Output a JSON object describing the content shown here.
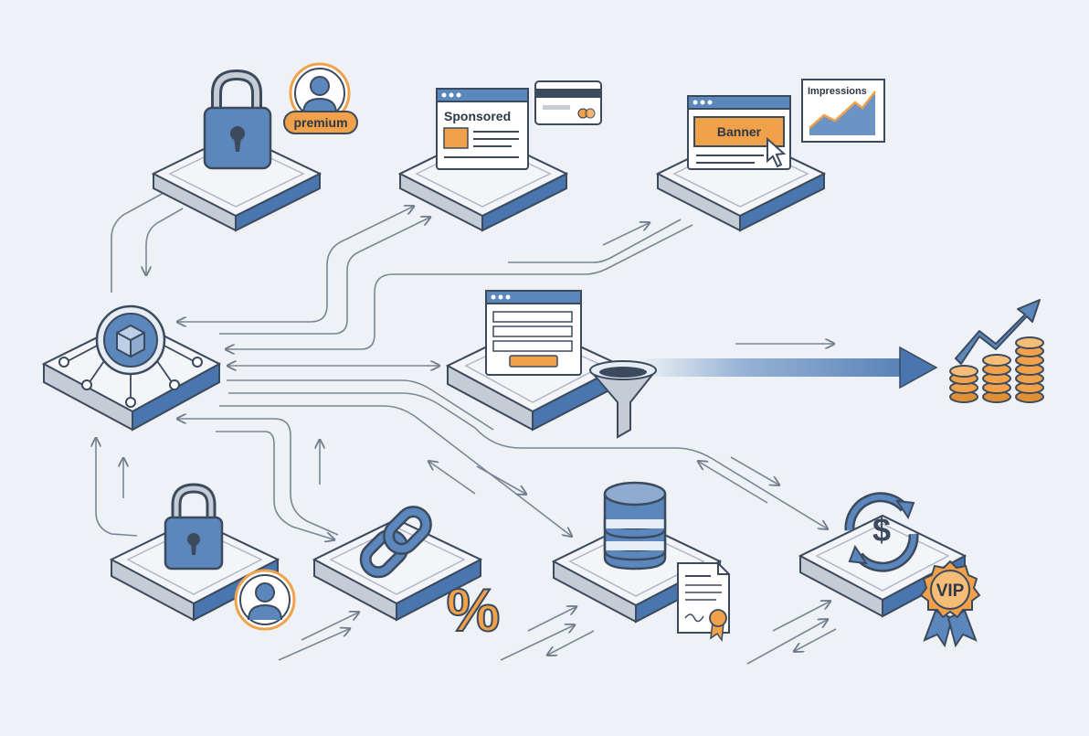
{
  "labels": {
    "premium": "premium",
    "sponsored": "Sponsored",
    "banner": "Banner",
    "impressions": "Impressions",
    "percent": "%",
    "dollar": "$",
    "vip": "VIP"
  },
  "colors": {
    "background": "#eef2f7",
    "outline": "#3c4a5e",
    "blue": "#5b87bd",
    "dark_blue": "#3f6aa3",
    "light_blue": "#bcd0e8",
    "orange": "#f0a14a",
    "platform_top": "#f3f5f8",
    "platform_side": "#c5ccd6",
    "arrow": "#6e7a89"
  },
  "icons": [
    "padlock-icon",
    "user-avatar-icon",
    "browser-window-icon",
    "credit-card-icon",
    "cursor-icon",
    "line-chart-icon",
    "cube-hub-icon",
    "form-window-icon",
    "funnel-icon",
    "trend-arrow-icon",
    "coin-stack-icon",
    "chain-link-icon",
    "percent-icon",
    "database-icon",
    "certificate-icon",
    "dollar-cycle-icon",
    "vip-badge-icon"
  ]
}
